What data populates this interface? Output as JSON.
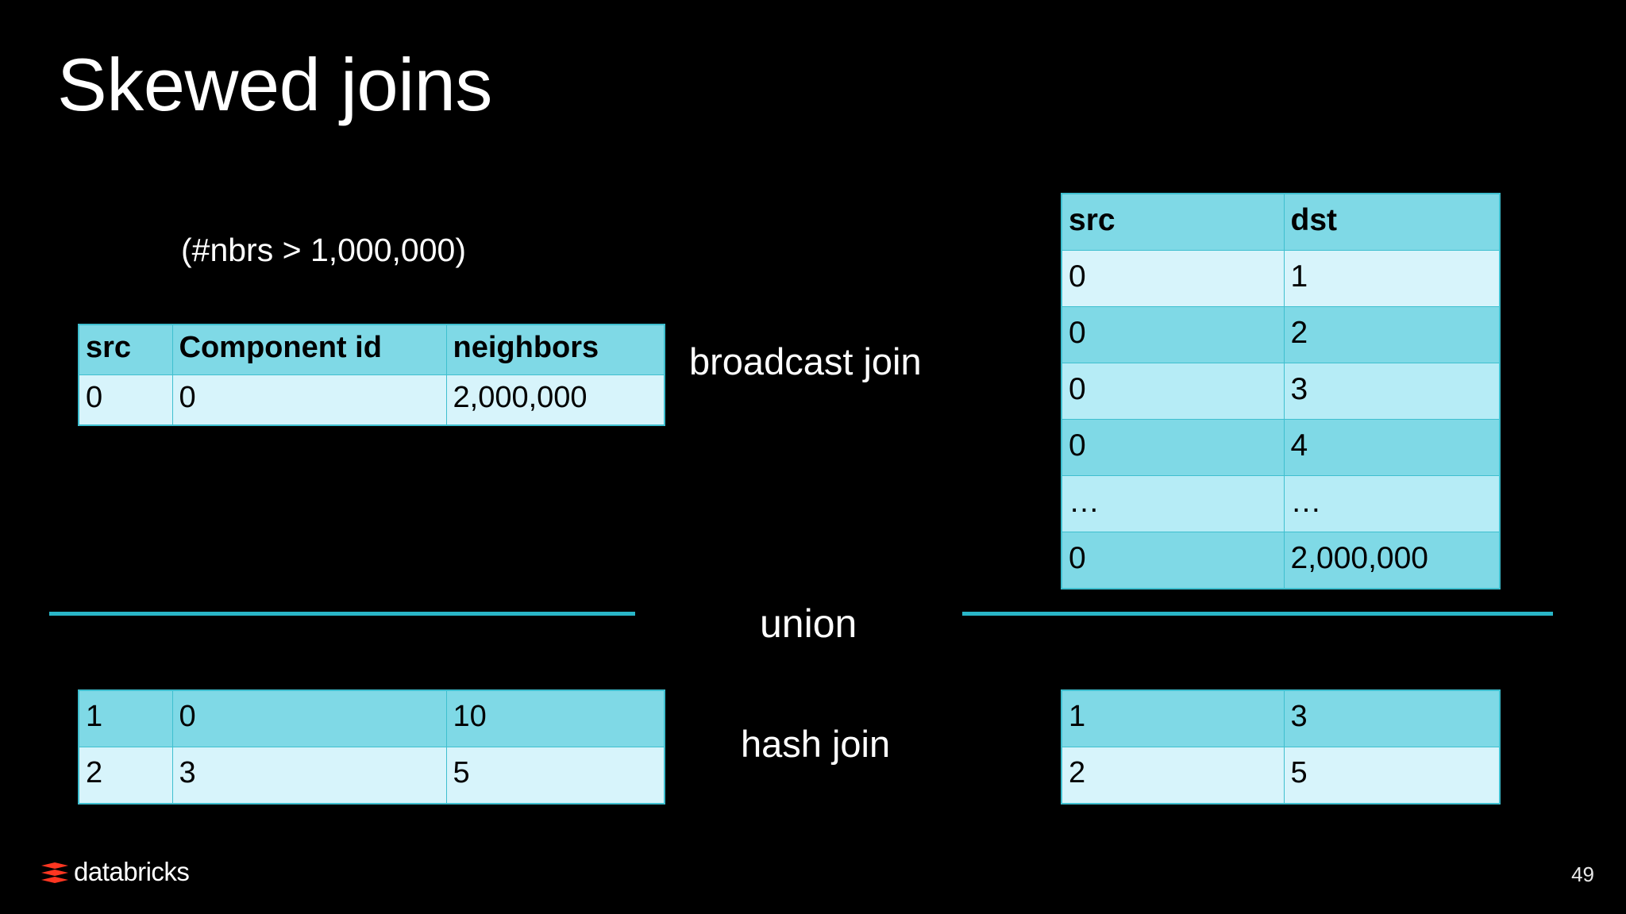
{
  "slide": {
    "title": "Skewed joins",
    "page_number": "49",
    "background_color": "#000000",
    "accent_color": "#29b6c8",
    "table_header_color": "#7fd9e6",
    "table_row_light_color": "#d7f4fb",
    "brand_color": "#ff3621"
  },
  "filter_condition": "(#nbrs > 1,000,000)",
  "labels": {
    "broadcast_join": "broadcast join",
    "union": "union",
    "hash_join": "hash join"
  },
  "tables": {
    "filtered_skew": {
      "headers": [
        "src",
        "Component id",
        "neighbors"
      ],
      "rows": [
        [
          "0",
          "0",
          "2,000,000"
        ]
      ]
    },
    "edges": {
      "headers": [
        "src",
        "dst"
      ],
      "rows": [
        [
          "0",
          "1"
        ],
        [
          "0",
          "2"
        ],
        [
          "0",
          "3"
        ],
        [
          "0",
          "4"
        ],
        [
          "…",
          "…"
        ],
        [
          "0",
          "2,000,000"
        ]
      ]
    },
    "nonskew_left": {
      "headers": [],
      "rows": [
        [
          "1",
          "0",
          "10"
        ],
        [
          "2",
          "3",
          "5"
        ]
      ]
    },
    "nonskew_right": {
      "headers": [],
      "rows": [
        [
          "1",
          "3"
        ],
        [
          "2",
          "5"
        ]
      ]
    }
  },
  "footer": {
    "logo_text": "databricks",
    "logo_icon": "databricks-stacked-blocks-icon"
  }
}
